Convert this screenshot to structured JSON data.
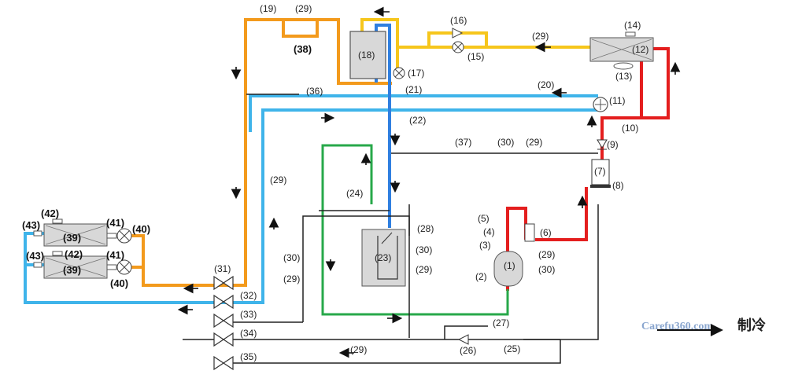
{
  "labels": {
    "c1": "(1)",
    "c2": "(2)",
    "c3": "(3)",
    "c4": "(4)",
    "c5": "(5)",
    "c6": "(6)",
    "c7": "(7)",
    "c8": "(8)",
    "c9": "(9)",
    "c10": "(10)",
    "c11": "(11)",
    "c12": "(12)",
    "c13": "(13)",
    "c14": "(14)",
    "c15": "(15)",
    "c16": "(16)",
    "c17": "(17)",
    "c18": "(18)",
    "c19": "(19)",
    "c20": "(20)",
    "c21": "(21)",
    "c22": "(22)",
    "c23": "(23)",
    "c24": "(24)",
    "c25": "(25)",
    "c26": "(26)",
    "c27": "(27)",
    "c28": "(28)",
    "c29": "(29)",
    "c30": "(30)",
    "c31": "(31)",
    "c32": "(32)",
    "c33": "(33)",
    "c34": "(34)",
    "c35": "(35)",
    "c36": "(36)",
    "c37": "(37)",
    "c38": "(38)",
    "c39": "(39)",
    "c40": "(40)",
    "c41": "(41)",
    "c42": "(42)",
    "c43": "(43)"
  },
  "legend": {
    "label": "制冷"
  },
  "watermark": "Carefu360.com",
  "colors": {
    "red": "#e41e1e",
    "orange": "#f39a1c",
    "yellow": "#f6c61c",
    "lightblue": "#3fb4ea",
    "blue": "#2f7fe0",
    "green": "#27a84a",
    "black": "#222222"
  }
}
